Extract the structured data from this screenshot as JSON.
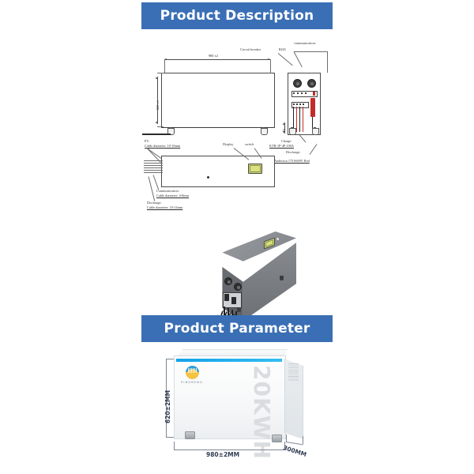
{
  "sections": {
    "description": {
      "banner_label": "Product Description"
    },
    "parameter": {
      "banner_label": "Product Parameter"
    }
  },
  "technical_drawing": {
    "front_view": {
      "width_dimension": "980 ±2",
      "height_dimension": "620 ±1",
      "bottom_dimension": "25"
    },
    "callouts": {
      "circuit_breaker": "Circuit breaker",
      "communication_rj45_line1": "communication:",
      "communication_rj45_line2": "RJ45",
      "charge_line1": "Charge:",
      "charge_line2": "KTR-1P-4P 100A",
      "discharge_line1": "Discharge:",
      "discharge_line2": "Anderson 175A600V Red",
      "display": "Display",
      "switch": "switch",
      "pv_line1": "PV:",
      "pv_line2": "Cable diameter: 10-16mm",
      "comm_cable_line1": "Communication:",
      "comm_cable_line2": "Cable diameter: 4-8mm",
      "discharge_cable_line1": "Discharge:",
      "discharge_cable_line2": "Cable diameter: 10-14mm"
    }
  },
  "product_photo": {
    "capacity_label": "20KWH",
    "brand_name": "PINGBENG",
    "dimensions": {
      "height": "620±2MM",
      "width": "980±2MM",
      "depth": "300MM"
    }
  },
  "colors": {
    "banner_blue": "#3a6fb5",
    "accent_cyan": "#13a3e6",
    "drawing_line": "#3a3a3a",
    "cabinet_body": "#6f7377"
  }
}
